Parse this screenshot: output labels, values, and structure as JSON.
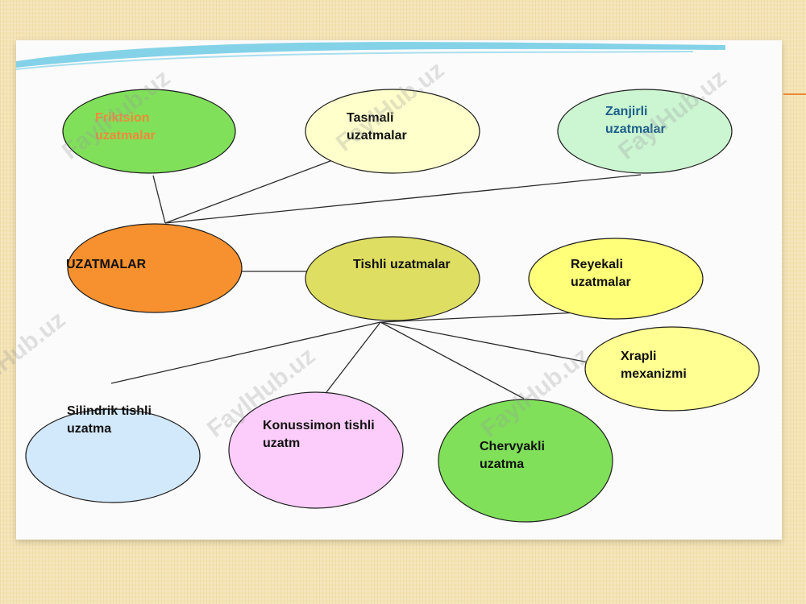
{
  "slide": {
    "watermark": "FaylHub.uz",
    "colors": {
      "background": "#f4e3b4",
      "panel": "#fbfbfb",
      "accent_line": "#e98a3a",
      "edge": "#2a2a2a"
    }
  },
  "diagram": {
    "nodes": [
      {
        "id": "friktsion",
        "lines": [
          "Friktsion",
          "uzatmalar"
        ],
        "fill": "#80e05a",
        "text_color": "#f08a3a"
      },
      {
        "id": "tasmali",
        "lines": [
          "Tasmali",
          "uzatmalar"
        ],
        "fill": "#ffffcc",
        "text_color": "#111111"
      },
      {
        "id": "zanjirli",
        "lines": [
          "Zanjirli",
          "uzatmalar"
        ],
        "fill": "#ccf5d2",
        "text_color": "#1c5f8a"
      },
      {
        "id": "uzatmalar",
        "lines": [
          "UZATMALAR"
        ],
        "fill": "#f7902e",
        "text_color": "#111111"
      },
      {
        "id": "tishli",
        "lines": [
          "Tishli uzatmalar"
        ],
        "fill": "#dede62",
        "text_color": "#111111"
      },
      {
        "id": "reyekali",
        "lines": [
          "Reyekali",
          "uzatmalar"
        ],
        "fill": "#ffff7a",
        "text_color": "#111111"
      },
      {
        "id": "xrapli",
        "lines": [
          "Xrapli",
          "mexanizmi"
        ],
        "fill": "#ffff92",
        "text_color": "#111111"
      },
      {
        "id": "silindrik",
        "lines": [
          "Silindrik tishli",
          "uzatma"
        ],
        "fill": "#d2e8fb",
        "text_color": "#111111"
      },
      {
        "id": "konussimon",
        "lines": [
          "Konussimon tishli",
          "uzatm"
        ],
        "fill": "#fccdfb",
        "text_color": "#111111"
      },
      {
        "id": "chervyakli",
        "lines": [
          "Chervyakli",
          "uzatma"
        ],
        "fill": "#80e05a",
        "text_color": "#111111"
      }
    ],
    "edges": [
      {
        "from": "uzatmalar",
        "to": "friktsion"
      },
      {
        "from": "uzatmalar",
        "to": "tasmali"
      },
      {
        "from": "uzatmalar",
        "to": "zanjirli"
      },
      {
        "from": "uzatmalar",
        "to": "tishli"
      },
      {
        "from": "tishli",
        "to": "reyekali"
      },
      {
        "from": "tishli",
        "to": "xrapli"
      },
      {
        "from": "tishli",
        "to": "silindrik"
      },
      {
        "from": "tishli",
        "to": "konussimon"
      },
      {
        "from": "tishli",
        "to": "chervyakli"
      }
    ]
  }
}
